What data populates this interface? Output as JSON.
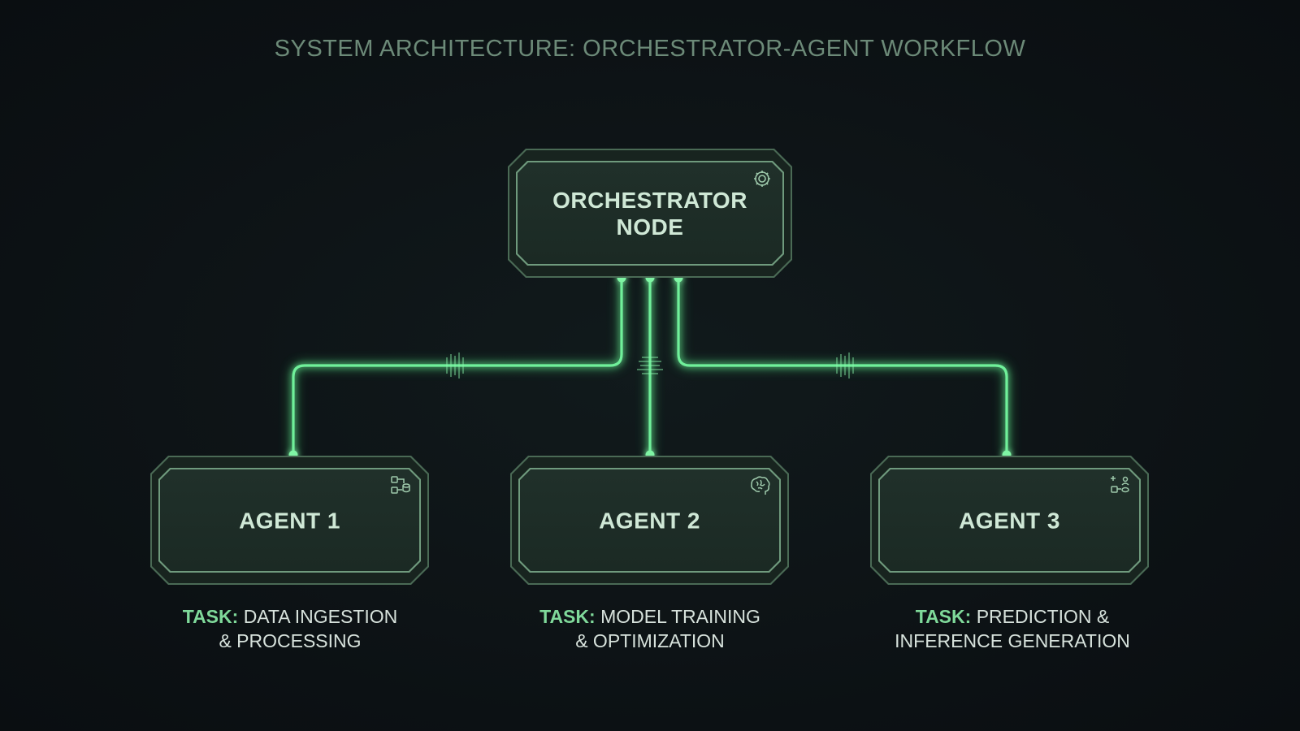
{
  "title": "SYSTEM ARCHITECTURE: ORCHESTRATOR-AGENT WORKFLOW",
  "colors": {
    "background": "#0d1216",
    "wire": "#5fe08a",
    "title": "#6c8a78",
    "node_border": "#6f9a7d",
    "task_keyword": "#7fd99a"
  },
  "orchestrator": {
    "label_line1": "ORCHESTRATOR",
    "label_line2": "NODE",
    "icon": "gear-icon"
  },
  "agents": [
    {
      "label": "AGENT 1",
      "icon": "data-flow-icon",
      "task_keyword": "TASK:",
      "task_line1": "DATA INGESTION",
      "task_line2": "& PROCESSING"
    },
    {
      "label": "AGENT 2",
      "icon": "brain-icon",
      "task_keyword": "TASK:",
      "task_line1": "MODEL TRAINING",
      "task_line2": "& OPTIMIZATION"
    },
    {
      "label": "AGENT 3",
      "icon": "prediction-nodes-icon",
      "task_keyword": "TASK:",
      "task_line1": "PREDICTION &",
      "task_line2": "INFERENCE GENERATION"
    }
  ]
}
